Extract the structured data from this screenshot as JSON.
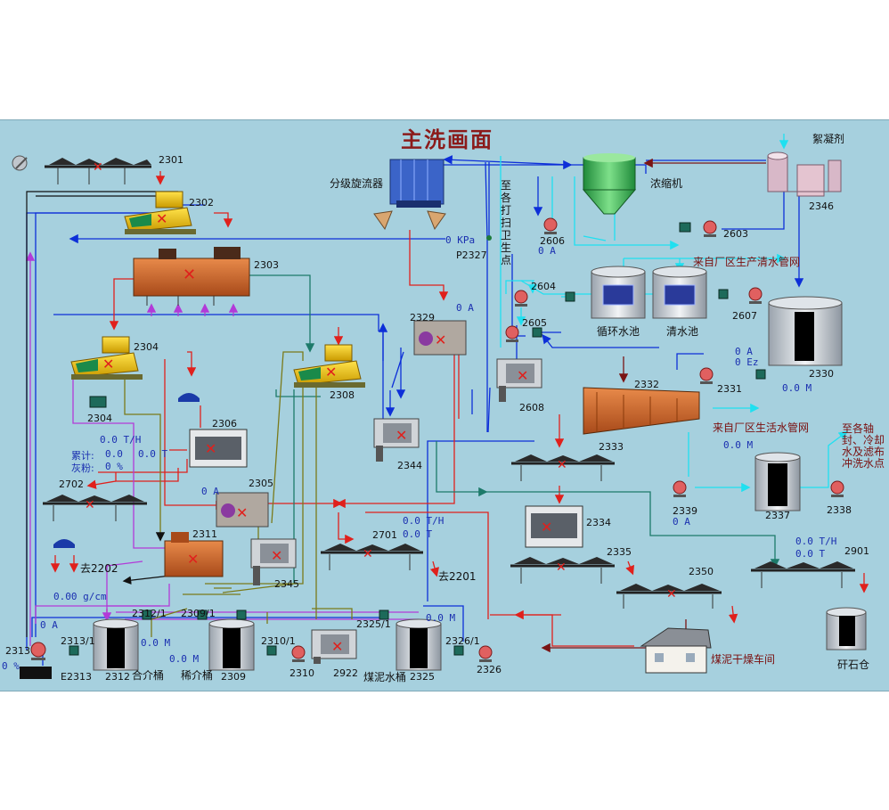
{
  "title": "主洗画面",
  "labels": {
    "hydrocyclone": "分级旋流器",
    "thickener": "浓缩机",
    "flocculant": "絮凝剂",
    "circ_pool": "循环水池",
    "clear_pool": "清水池",
    "plant_water": "来自厂区生产清水管网",
    "domestic_water": "来自厂区生活水管网",
    "to_points": "至各打扫卫生点",
    "to_bearing": "至各轴封、冷却水及滤布冲洗水点",
    "coal_dryer": "煤泥干燥车间",
    "gangue_bin": "矸石仓",
    "to2202": "去2202",
    "to2201": "去2201",
    "he_jie_tong": "合介桶",
    "xi_jie_tong": "稀介桶",
    "mei_ni_tong": "煤泥水桶",
    "cum": "累计:",
    "ash": "灰粉:",
    "e2313": "E2313"
  },
  "tags": {
    "t2301": "2301",
    "t2302": "2302",
    "t2303": "2303",
    "t2304": "2304",
    "t2304b": "2304",
    "t2305": "2305",
    "t2306": "2306",
    "t2308": "2308",
    "t2309": "2309",
    "t2309_1": "2309/1",
    "t2310": "2310",
    "t2310_1": "2310/1",
    "t2311": "2311",
    "t2312": "2312",
    "t2312_1": "2312/1",
    "t2313": "2313",
    "t2313_1": "2313/1",
    "t2325": "2325",
    "t2325_1": "2325/1",
    "t2326": "2326",
    "t2326_1": "2326/1",
    "t2327": "P2327",
    "t2329": "2329",
    "t2330": "2330",
    "t2331": "2331",
    "t2332": "2332",
    "t2333": "2333",
    "t2334": "2334",
    "t2335": "2335",
    "t2337": "2337",
    "t2338": "2338",
    "t2339": "2339",
    "t2344": "2344",
    "t2345": "2345",
    "t2346": "2346",
    "t2350": "2350",
    "t2603": "2603",
    "t2604": "2604",
    "t2605": "2605",
    "t2606": "2606",
    "t2607": "2607",
    "t2608": "2608",
    "t2701": "2701",
    "t2702": "2702",
    "t2901": "2901",
    "t2922": "2922"
  },
  "values": {
    "v2306_th": "0.0  T/H",
    "v2306_t": "0.0   T",
    "v2306_cum": "0.0",
    "v2306_ash": "0 %",
    "v2305_a": "0  A",
    "v2329_a": "0  A",
    "v2327": "0  KPa",
    "v2606_a": "0  A",
    "v2331_a": "0  A",
    "v2331_ez": "0  Ez",
    "v2330_m": "0.0  M",
    "v2337_m": "0.0  M",
    "v2339_a": "0  A",
    "v2701_th": "0.0  T/H",
    "v2701_t": "0.0  T",
    "v2901_th": "0.0  T/H",
    "v2901_t": "0.0  T",
    "v2312_m": "0.0  M",
    "v2309_m": "0.0  M",
    "v2325_m": "0.0  M",
    "v2313_a": "0  A",
    "v2313_pct": "0  %",
    "density": "0.00 g/cm"
  },
  "colors": {
    "bg": "#a6d0de",
    "title": "#8b1a1a",
    "value": "#1a2fb0",
    "pipe_blue": "#0d2fd8",
    "pipe_red": "#e0201c",
    "pipe_cyan": "#1fe0f0",
    "pipe_green": "#1d7a6a",
    "pipe_magenta": "#b23ad8",
    "pipe_olive": "#7a7a1a",
    "pipe_darkred": "#7a1414"
  }
}
